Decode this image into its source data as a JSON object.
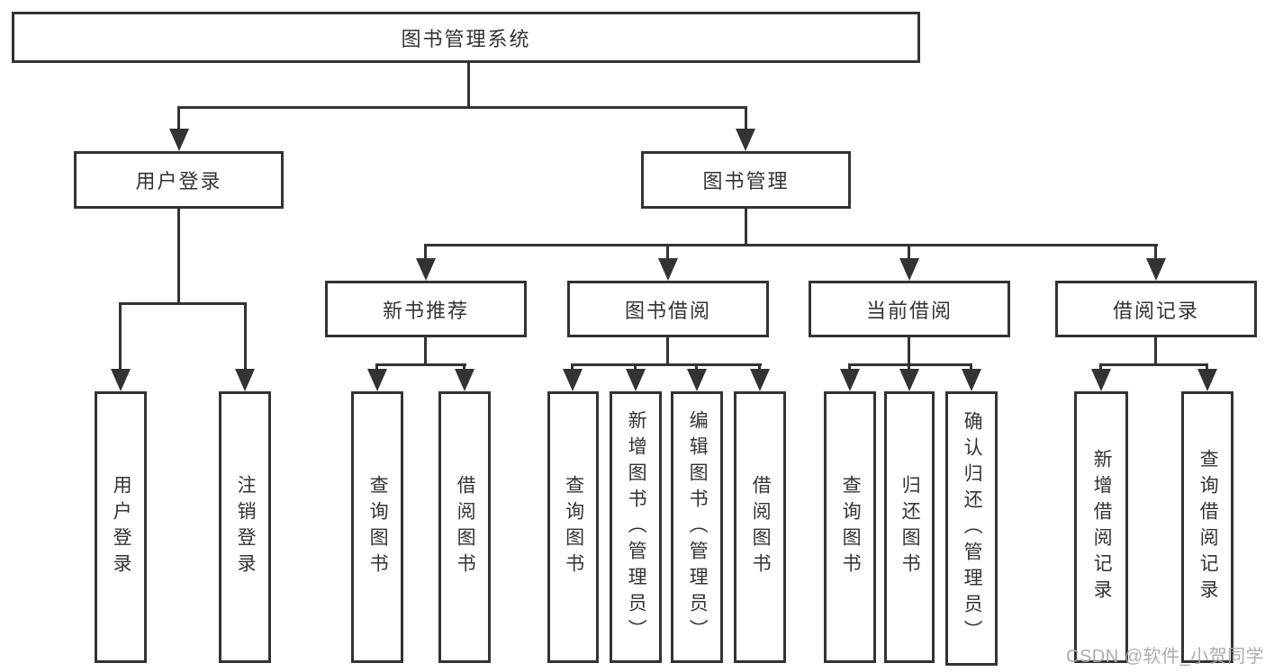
{
  "title_node": {
    "label": "图书管理系统"
  },
  "level1": [
    {
      "label": "用户登录"
    },
    {
      "label": "图书管理"
    }
  ],
  "level2": [
    {
      "label": "新书推荐"
    },
    {
      "label": "图书借阅"
    },
    {
      "label": "当前借阅"
    },
    {
      "label": "借阅记录"
    }
  ],
  "leaves": {
    "user_login": [
      {
        "label": "用户登录"
      },
      {
        "label": "注销登录"
      }
    ],
    "new_book_recommend": [
      {
        "label": "查询图书"
      },
      {
        "label": "借阅图书"
      }
    ],
    "book_borrow": [
      {
        "label": "查询图书"
      },
      {
        "label": "新增图书（管理员）"
      },
      {
        "label": "编辑图书（管理员）"
      },
      {
        "label": "借阅图书"
      }
    ],
    "current_borrow": [
      {
        "label": "查询图书"
      },
      {
        "label": "归还图书"
      },
      {
        "label": "确认归还（管理员）"
      }
    ],
    "borrow_record": [
      {
        "label": "新增借阅记录"
      },
      {
        "label": "查询借阅记录"
      }
    ]
  },
  "watermark": {
    "text": "CSDN @软件_小贺同学",
    "color": "#a8a8a8"
  },
  "colors": {
    "line": "#333333",
    "border": "#333333",
    "text": "#333333",
    "background": "#ffffff"
  }
}
